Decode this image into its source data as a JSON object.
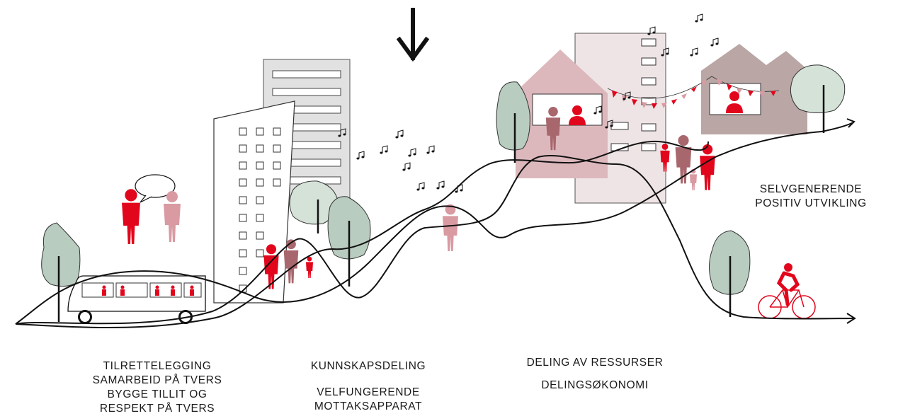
{
  "captions": {
    "stage1": [
      "TILRETTELEGGING",
      "SAMARBEID PÅ TVERS",
      "BYGGE TILLIT OG",
      "RESPEKT PÅ TVERS"
    ],
    "stage2a": "KUNNSKAPSDELING",
    "stage2b": [
      "VELFUNGERENDE",
      "MOTTAKSAPPARAT"
    ],
    "stage3a": "DELING AV RESSURSER",
    "stage3b": "DELINGSØKONOMI",
    "positive": [
      "SELVGENERENDE",
      "POSITIV UTVIKLING"
    ]
  },
  "colors": {
    "red": "#e2061c",
    "rose": "#d99aa2",
    "mauve": "#a8676d",
    "tree": "#b9ccc0",
    "tree_light": "#d5e2d8",
    "house_pink": "#dcb8bd",
    "house_taupe": "#b9a6a5",
    "building_grey": "#e1e1e1",
    "line": "#111111"
  }
}
